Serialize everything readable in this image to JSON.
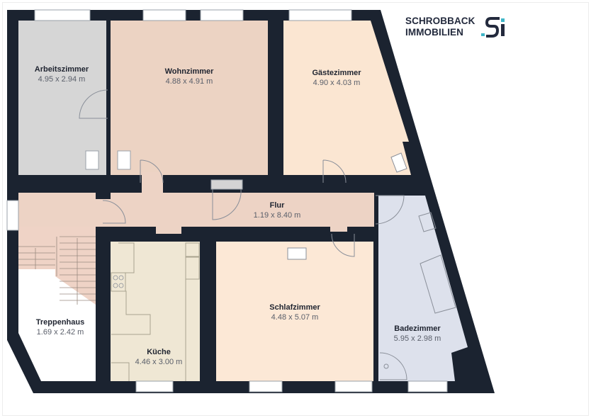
{
  "brand": {
    "line1": "SCHROBBACK",
    "line2": "IMMOBILIEN",
    "mark": "Si",
    "text_color": "#232a3d",
    "accent_color": "#3fb6c8"
  },
  "colors": {
    "wall": "#1b2330",
    "arbeitszimmer": "#d6d6d6",
    "wohnzimmer": "#ecd3c3",
    "gaestezimmer": "#fbe6d2",
    "flur": "#edd3c5",
    "kueche": "#efe7d4",
    "schlafzimmer": "#fce8d6",
    "badezimmer": "#dde1ec",
    "treppenhaus": "#ffffff",
    "stairs": "#efd3c6"
  },
  "rooms": [
    {
      "id": "arbeitszimmer",
      "name": "Arbeitszimmer",
      "dimensions": "4.95 x 2.94 m"
    },
    {
      "id": "wohnzimmer",
      "name": "Wohnzimmer",
      "dimensions": "4.88 x 4.91 m"
    },
    {
      "id": "gaestezimmer",
      "name": "Gästezimmer",
      "dimensions": "4.90 x 4.03 m"
    },
    {
      "id": "flur",
      "name": "Flur",
      "dimensions": "1.19 x 8.40 m"
    },
    {
      "id": "treppenhaus",
      "name": "Treppenhaus",
      "dimensions": "1.69 x 2.42 m"
    },
    {
      "id": "kueche",
      "name": "Küche",
      "dimensions": "4.46 x 3.00 m"
    },
    {
      "id": "schlafzimmer",
      "name": "Schlafzimmer",
      "dimensions": "4.48 x 5.07 m"
    },
    {
      "id": "badezimmer",
      "name": "Badezimmer",
      "dimensions": "5.95 x 2.98 m"
    }
  ]
}
